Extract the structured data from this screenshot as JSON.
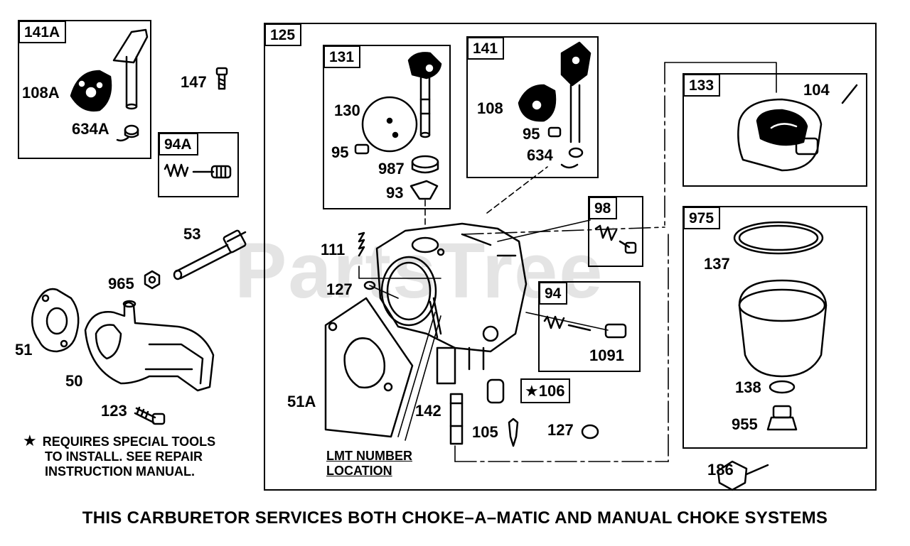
{
  "watermark": {
    "text": "PartsTree",
    "mark": "™"
  },
  "caption": "THIS CARBURETOR SERVICES BOTH CHOKE–A–MATIC AND MANUAL CHOKE SYSTEMS",
  "note": {
    "star": "★",
    "lines": [
      "REQUIRES SPECIAL TOOLS",
      "TO INSTALL.  SEE REPAIR",
      "INSTRUCTION MANUAL."
    ]
  },
  "lmt": {
    "line1": "LMT NUMBER",
    "line2": "LOCATION"
  },
  "boxes": {
    "b141A": "141A",
    "b94A": "94A",
    "b125": "125",
    "b131": "131",
    "b141": "141",
    "b133": "133",
    "b98": "98",
    "b975": "975",
    "b94": "94"
  },
  "starred_part": {
    "star": "★",
    "number": "106"
  },
  "parts": {
    "p108A": "108A",
    "p634A": "634A",
    "p147": "147",
    "p53": "53",
    "p965": "965",
    "p51": "51",
    "p50": "50",
    "p123": "123",
    "p130": "130",
    "p95a": "95",
    "p987": "987",
    "p93": "93",
    "p108": "108",
    "p95b": "95",
    "p634": "634",
    "p104": "104",
    "p111": "111",
    "p127a": "127",
    "p51A": "51A",
    "p142": "142",
    "p105": "105",
    "p127b": "127",
    "p1091": "1091",
    "p137": "137",
    "p138": "138",
    "p955": "955",
    "p186": "186"
  }
}
